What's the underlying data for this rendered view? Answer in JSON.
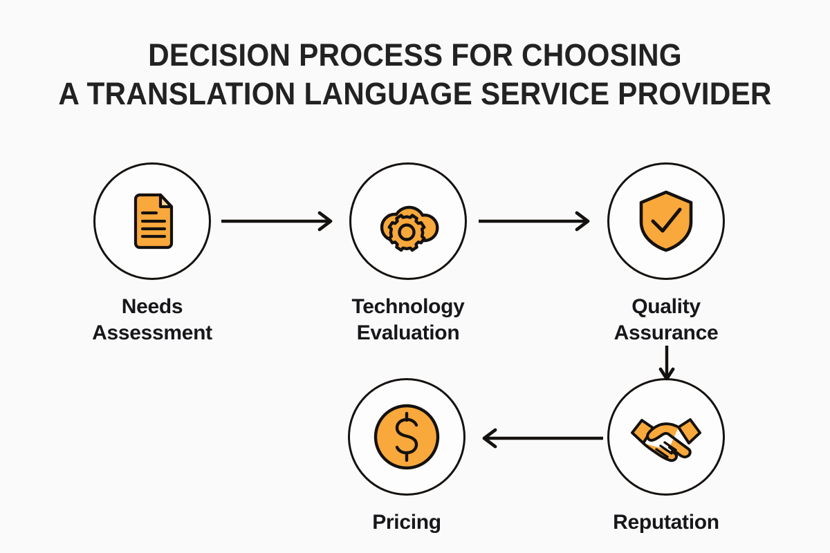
{
  "background_color": "#fafafa",
  "accent_color": "#f9a83c",
  "outline_color": "#14110f",
  "text_color": "#17171b",
  "title": {
    "line1": "DECISION PROCESS FOR CHOOSING",
    "line2": "A TRANSLATION LANGUAGE SERVICE PROVIDER"
  },
  "nodes": [
    {
      "id": "needs",
      "label": "Needs\nAssessment",
      "icon": "document-icon",
      "order": 1
    },
    {
      "id": "technology",
      "label": "Technology\nEvaluation",
      "icon": "cloud-gear-icon",
      "order": 2
    },
    {
      "id": "quality",
      "label": "Quality\nAssurance",
      "icon": "shield-check-icon",
      "order": 3
    },
    {
      "id": "reputation",
      "label": "Reputation",
      "icon": "handshake-icon",
      "order": 4
    },
    {
      "id": "pricing",
      "label": "Pricing",
      "icon": "dollar-coin-icon",
      "order": 5
    }
  ],
  "connectors": [
    {
      "id": "needs-technology",
      "from": "needs",
      "to": "technology",
      "direction": "right"
    },
    {
      "id": "technology-quality",
      "from": "technology",
      "to": "quality",
      "direction": "right"
    },
    {
      "id": "quality-reputation",
      "from": "quality",
      "to": "reputation",
      "direction": "down"
    },
    {
      "id": "reputation-pricing",
      "from": "reputation",
      "to": "pricing",
      "direction": "left"
    }
  ]
}
